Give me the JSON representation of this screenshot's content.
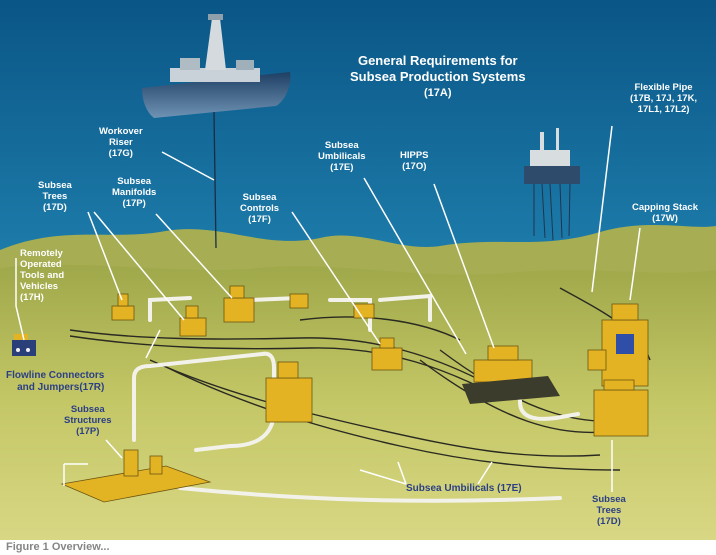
{
  "labels": {
    "general": {
      "line1": "General Requirements for",
      "line2": "Subsea Production Systems",
      "code": "(17A)"
    },
    "flexible_pipe": {
      "line1": "Flexible Pipe",
      "line2": "(17B, 17J, 17K,",
      "line3": "17L1, 17L2)"
    },
    "capping_stack": {
      "line1": "Capping Stack",
      "code": "(17W)"
    },
    "workover_riser": {
      "line1": "Workover",
      "line2": "Riser",
      "code": "(17G)"
    },
    "subsea_umbilicals_top": {
      "line1": "Subsea",
      "line2": "Umbilicals",
      "code": "(17E)"
    },
    "hipps": {
      "line1": "HIPPS",
      "code": "(17O)"
    },
    "subsea_trees_left": {
      "line1": "Subsea",
      "line2": "Trees",
      "code": "(17D)"
    },
    "subsea_manifolds": {
      "line1": "Subsea",
      "line2": "Manifolds",
      "code": "(17P)"
    },
    "subsea_controls": {
      "line1": "Subsea",
      "line2": "Controls",
      "code": "(17F)"
    },
    "rotv": {
      "line1": "Remotely",
      "line2": "Operated",
      "line3": "Tools and",
      "line4": "Vehicles",
      "code": "(17H)"
    },
    "flowline": {
      "line1": "Flowline Connectors",
      "line2": "and Jumpers(17R)"
    },
    "subsea_structures": {
      "line1": "Subsea",
      "line2": "Structures",
      "code": "(17P)"
    },
    "subsea_umbilicals_bottom": {
      "text": "Subsea Umbilicals (17E)"
    },
    "subsea_trees_right": {
      "line1": "Subsea",
      "line2": "Trees",
      "code": "(17D)"
    }
  },
  "caption_fragment": "Figure 1 Overview...",
  "colors": {
    "water_top": "#0a5a8c",
    "water_bottom": "#3a9ab8",
    "seabed": "#b8bd5a",
    "label_text": "#2b3f86",
    "equipment": "#e0b020"
  }
}
